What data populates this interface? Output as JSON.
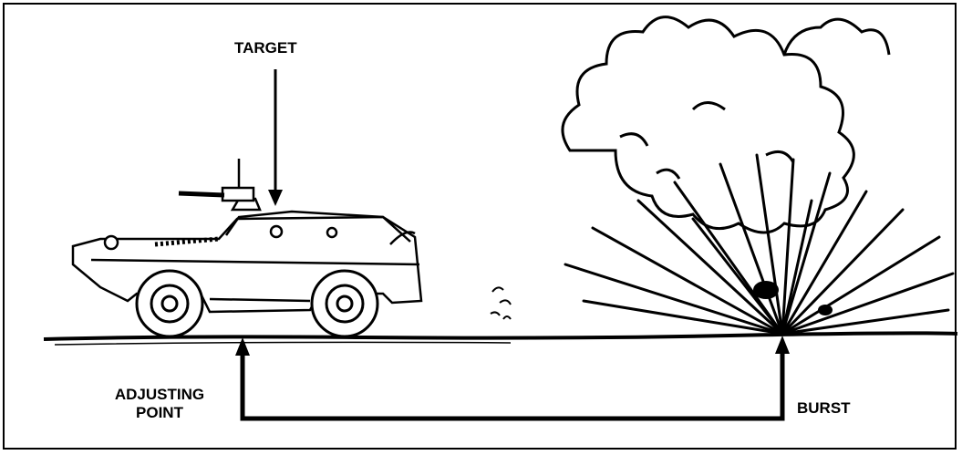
{
  "labels": {
    "target": "TARGET",
    "adjusting_line1": "ADJUSTING",
    "adjusting_line2": "POINT",
    "burst": "BURST"
  },
  "colors": {
    "ink": "#000000",
    "paper": "#ffffff"
  }
}
